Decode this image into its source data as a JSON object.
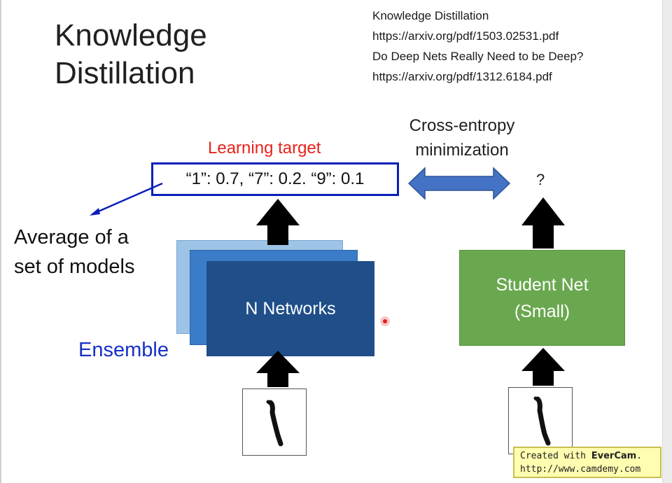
{
  "title_lines": [
    "Knowledge",
    "Distillation"
  ],
  "references": [
    "Knowledge Distillation",
    "https://arxiv.org/pdf/1503.02531.pdf",
    "Do Deep Nets Really Need to be Deep?",
    "https://arxiv.org/pdf/1312.6184.pdf"
  ],
  "learning_target_label": "Learning target",
  "learning_target_value": "“1”: 0.7, “7”: 0.2. “9”: 0.1",
  "cross_entropy_lines": [
    "Cross-entropy",
    "minimization"
  ],
  "student_output": "?",
  "average_label_lines": [
    "Average of a",
    "set of models"
  ],
  "ensemble_label": "Ensemble",
  "teacher_box_label": "N Networks",
  "student_box_lines": [
    "Student Net",
    "(Small)"
  ],
  "watermark": {
    "prefix": "Created with ",
    "brand": "EverCam",
    "suffix": ".",
    "url": "http://www.camdemy.com"
  },
  "colors": {
    "learning_target_label": "#e8231b",
    "target_box_border": "#0a1fb8",
    "ensemble_label": "#1530c8",
    "teacher_front": "#1f4e88",
    "teacher_mid": "#3a7cc8",
    "teacher_back": "#9dc3e6",
    "student_box": "#6aa84f",
    "double_arrow": "#4472c4",
    "arrows": "#000000"
  }
}
